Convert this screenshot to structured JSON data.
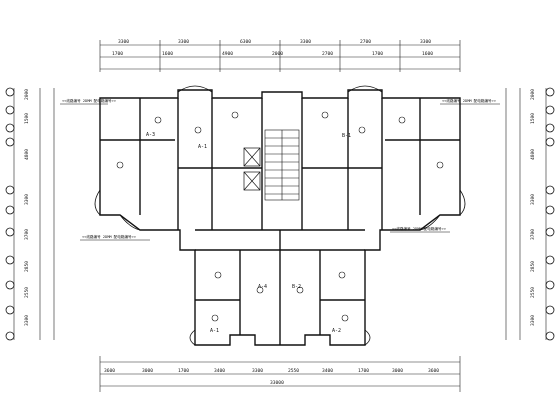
{
  "drawing": {
    "top_dims_primary": [
      "3300",
      "3300",
      "6300",
      "3300",
      "2700",
      "3300"
    ],
    "top_dims_secondary": [
      "1700",
      "1600",
      "4900",
      "2000",
      "2700",
      "1700",
      "1600"
    ],
    "bottom_dims_primary": [
      "3600",
      "3000",
      "1700",
      "3400",
      "3300",
      "2550",
      "3400",
      "1700",
      "3000",
      "3600"
    ],
    "bottom_total": "33000",
    "left_dims": [
      "2000",
      "1500",
      "4800",
      "3300",
      "3700",
      "2850",
      "2550",
      "3300"
    ],
    "right_dims": [
      "2000",
      "1500",
      "4800",
      "3300",
      "3700",
      "2850",
      "2550",
      "3300"
    ],
    "room_labels": [
      "A-3",
      "A-1",
      "B-1",
      "A-4",
      "B-2",
      "A-1",
      "A-2"
    ],
    "annotations": [
      "<<线路编号 2DMM 配电箱编号>>",
      "<<线路编号 2DMM 配电箱编号>>",
      "<<线路编号 2DMM 配电箱编号>>",
      "<<线路编号 2DMM 配电箱编号>>"
    ]
  }
}
